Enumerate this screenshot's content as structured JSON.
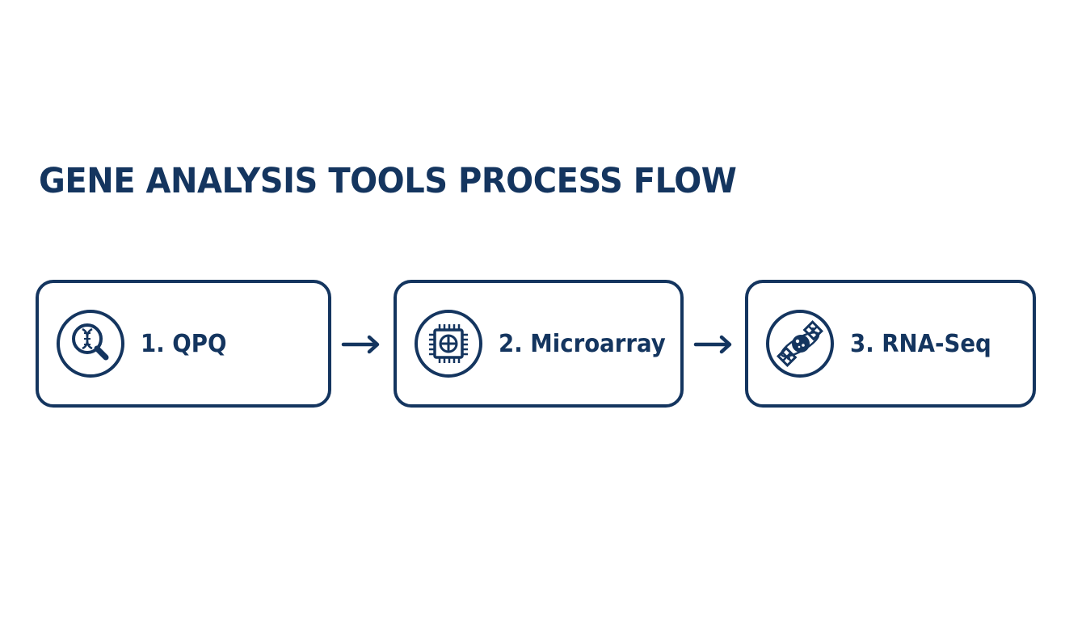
{
  "title": "GENE ANALYSIS TOOLS PROCESS FLOW",
  "colors": {
    "primary": "#14355f",
    "background": "#ffffff"
  },
  "steps": [
    {
      "label": "1. QPQ",
      "icon": "dna-magnifier-icon"
    },
    {
      "label": "2. Microarray",
      "icon": "microchip-icon"
    },
    {
      "label": "3. RNA-Seq",
      "icon": "satellite-orbit-icon"
    }
  ],
  "connectors": [
    {
      "icon": "arrow-right-icon"
    },
    {
      "icon": "arrow-right-icon"
    }
  ]
}
